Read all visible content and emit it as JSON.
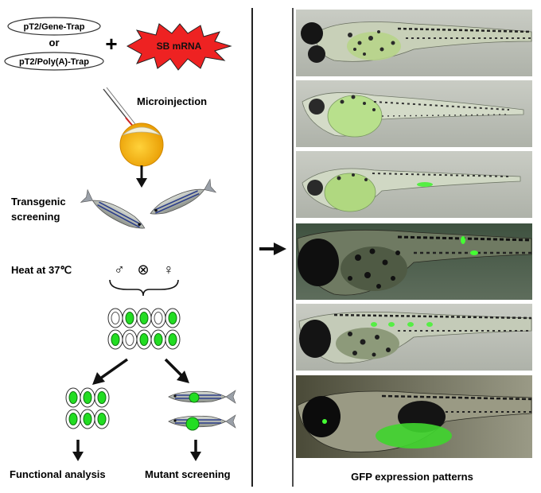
{
  "left_panel": {
    "constructs": [
      "pT2/Gene-Trap",
      "pT2/Poly(A)-Trap"
    ],
    "or_label": "or",
    "plus_label": "+",
    "mrna_label": "SB mRNA",
    "microinjection_label": "Microinjection",
    "transgenic_label_line1": "Transgenic",
    "transgenic_label_line2": "screening",
    "heat_label": "Heat at 37℃",
    "male_symbol": "♂",
    "cross_symbol": "⊗",
    "female_symbol": "♀",
    "functional_label": "Functional analysis",
    "mutant_label": "Mutant screening"
  },
  "right_panel": {
    "caption": "GFP expression patterns",
    "panel_count": 6
  },
  "colors": {
    "gfp_green": "#22dd22",
    "mrna_red": "#ee2222",
    "yolk_yellow": "#f2b400",
    "divider": "#222222"
  }
}
